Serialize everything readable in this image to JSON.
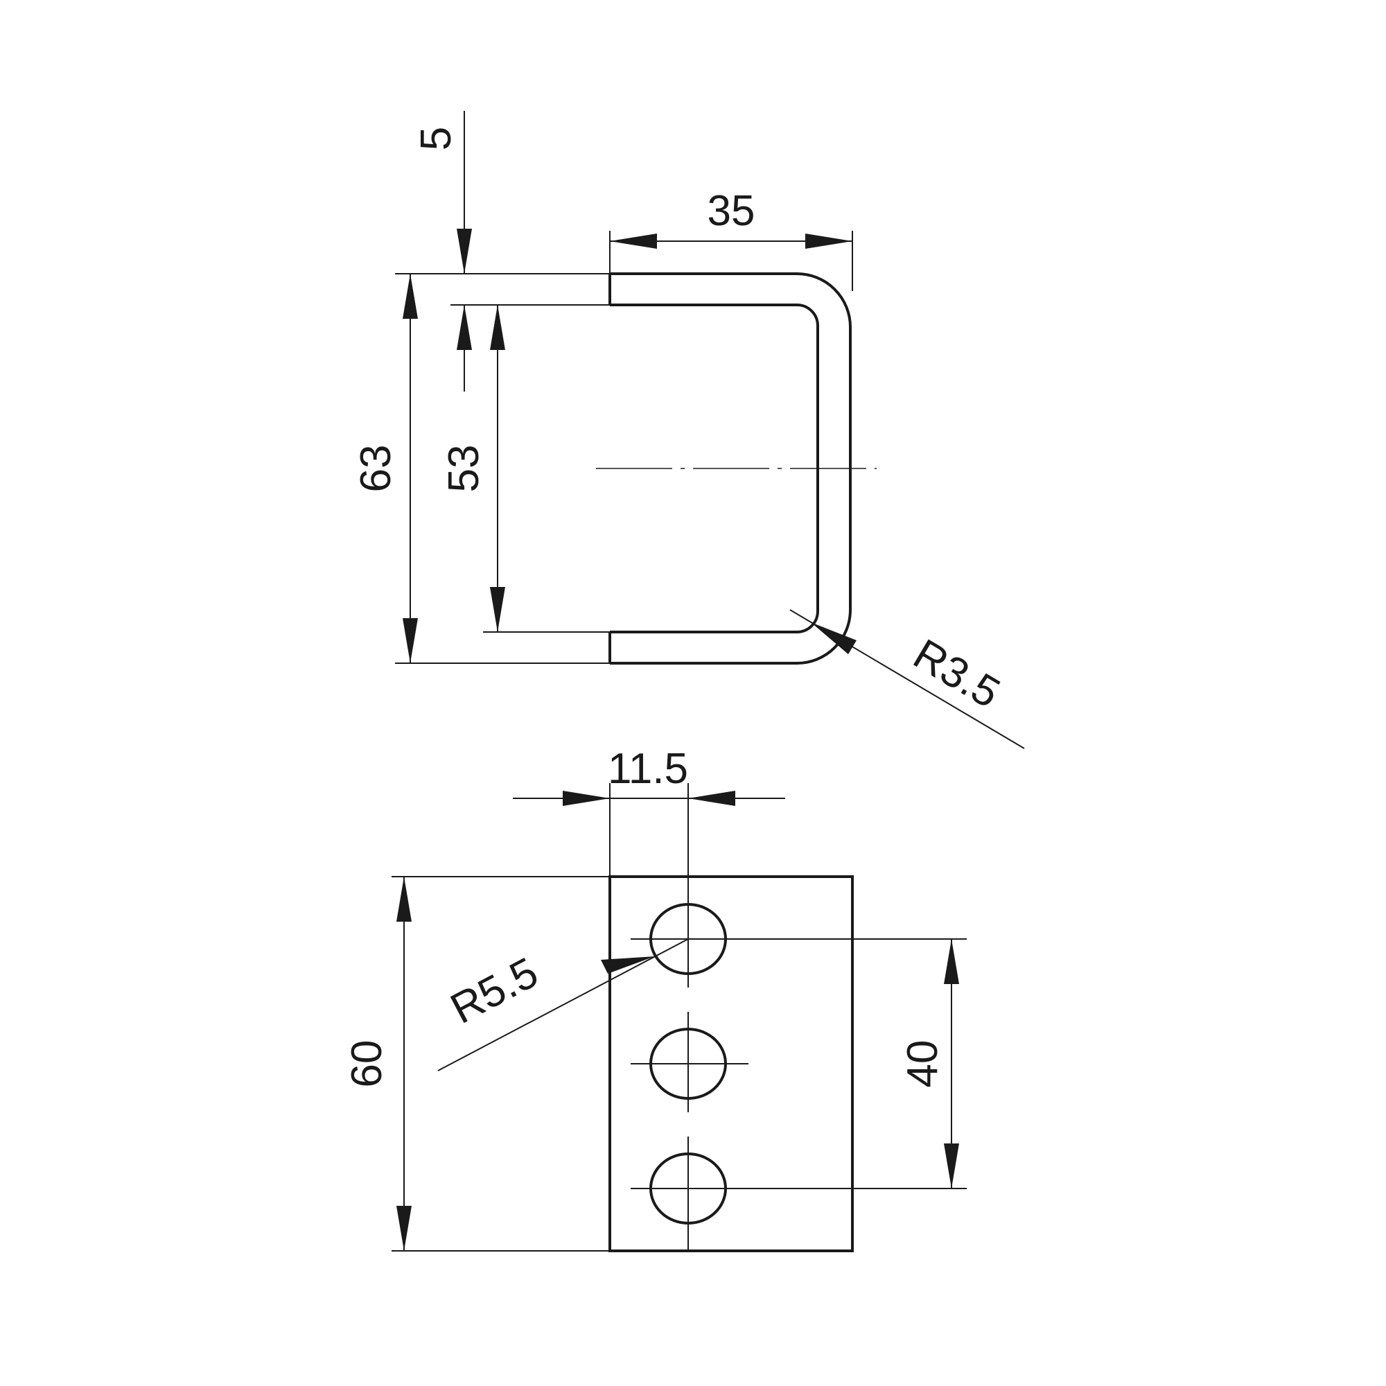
{
  "dimensions": {
    "top_thickness": "5",
    "top_width": "35",
    "top_outer_height": "63",
    "top_inner_height": "53",
    "top_bend_radius": "R3.5",
    "front_hole_offset": "11.5",
    "front_height": "60",
    "front_hole_radius": "R5.5",
    "front_hole_spacing": "40"
  }
}
